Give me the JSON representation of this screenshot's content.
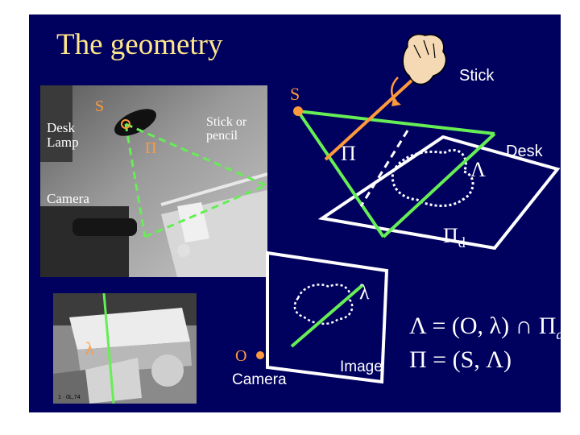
{
  "title": "The geometry",
  "photo1": {
    "label_s": "S",
    "label_desk_lamp": "Desk\nLamp",
    "label_pi": "Π",
    "label_stick": "Stick or\npencil",
    "label_camera": "Camera"
  },
  "photo2": {
    "label_lambda": "λ",
    "label_small": "1 · 0L,74"
  },
  "diagram": {
    "label_s": "S",
    "label_stick": "Stick",
    "label_pi": "Π",
    "label_desk": "Desk",
    "label_Lambda": "Λ",
    "label_pid_main": "Π",
    "label_pid_sub": "d",
    "label_lambda": "λ",
    "label_o": "O",
    "label_camera": "Camera",
    "label_image": "Image"
  },
  "equations": {
    "eq1_main": "Λ = (O, λ) ∩ Π",
    "eq1_sub": "d",
    "eq2": "Π = (S, Λ)"
  },
  "colors": {
    "background": "#00005f",
    "title": "#ffe68a",
    "green": "#66ee55",
    "orange": "#ff9a3c",
    "white": "#ffffff"
  }
}
